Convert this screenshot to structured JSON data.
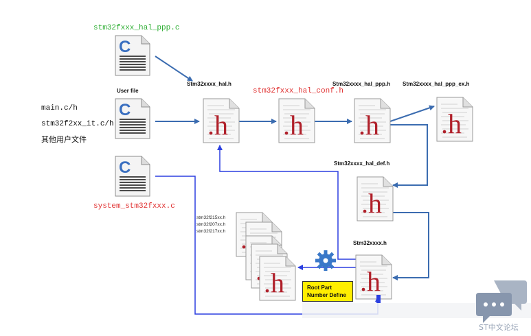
{
  "labels": {
    "ppp_c": "stm32fxxx_hal_ppp.c",
    "user_file": "User file",
    "main_c": "main.c/h",
    "it_c": "stm32f2xx_it.c/h",
    "other_user": "其他用户文件",
    "system_c": "system_stm32fxxx.c",
    "hal_h": "Stm32xxxx_hal.h",
    "hal_conf_h": "stm32fxxx_hal_conf.h",
    "hal_ppp_h": "Stm32xxxx_hal_ppp.h",
    "hal_ppp_ex_h": "Stm32xxxx_hal_ppp_ex.h",
    "hal_def_h": "Stm32xxxx_hal_def.h",
    "device_h": "Stm32xxxx.h",
    "variant_1": "stm32f215xx.h",
    "variant_2": "stm32f207xx.h",
    "variant_3": "stm32f217xx.h",
    "root_line1": "Root Part",
    "root_line2": "Number Define",
    "logo_text": "ST中文论坛"
  },
  "icons": {
    "c_file": "c-source-file-icon",
    "h_file": "h-header-file-icon",
    "gear": "gear-icon",
    "logo": "st-forum-chat-logo"
  },
  "colors": {
    "arrow_dark": "#3b6cb0",
    "arrow_blue": "#2b3fe0",
    "c_letter": "#3a6fc0",
    "h_letter": "#b0202a",
    "root_box": "#ffee00",
    "green_label": "#2eae33",
    "red_label": "#e03030"
  }
}
